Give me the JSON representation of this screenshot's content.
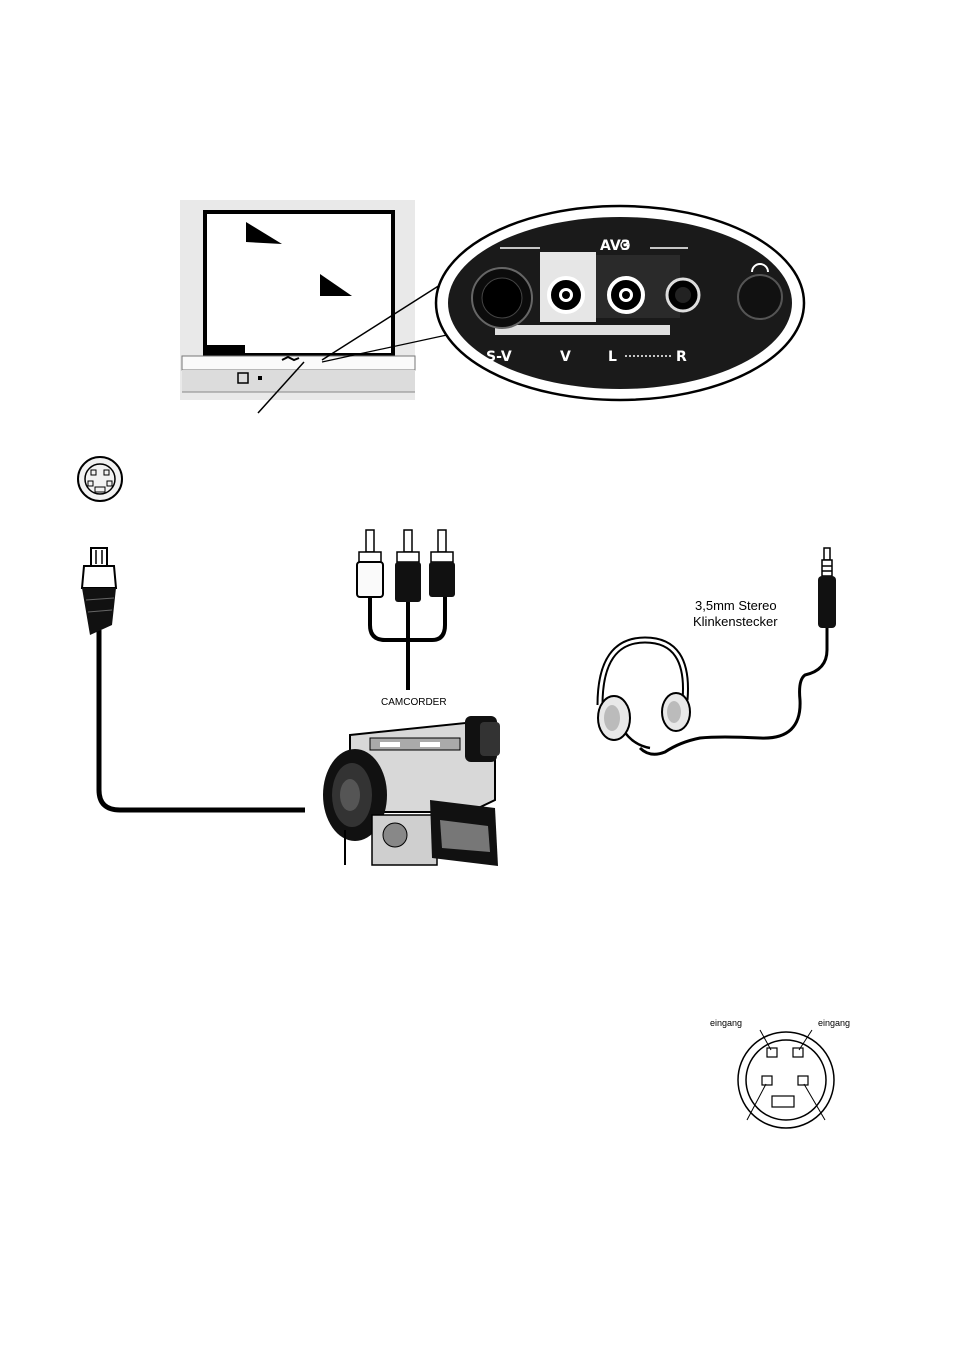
{
  "tv_panel": {
    "zoom": {
      "title": "AV3",
      "jacks": [
        {
          "id": "s-v",
          "label": "S-V"
        },
        {
          "id": "v",
          "label": "V"
        },
        {
          "id": "l",
          "label": "L"
        },
        {
          "id": "r",
          "label": "R"
        }
      ]
    }
  },
  "cables": {
    "camcorder_label": "CAMCORDER",
    "headphone_label_line1": "3,5mm Stereo",
    "headphone_label_line2": "Klinkenstecker"
  },
  "svideo_pinout": {
    "label_left": "eingang",
    "label_right": "eingang"
  }
}
